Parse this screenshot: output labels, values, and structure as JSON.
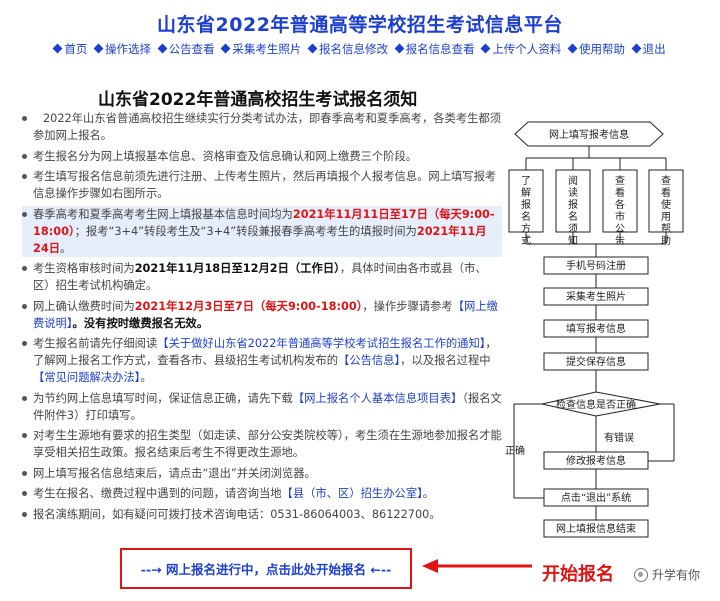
{
  "site": {
    "title": "山东省2022年普通高等学校招生考试信息平台",
    "nav": [
      "首页",
      "操作选择",
      "公告查看",
      "采集考生照片",
      "报名信息修改",
      "报名信息查看",
      "上传个人资料",
      "使用帮助",
      "退出"
    ]
  },
  "notice": {
    "title": "山东省2022年普通高校招生考试报名须知",
    "items": {
      "i1": "2022年山东省普通高校招生继续实行分类考试办法，即春季高考和夏季高考，各类考生都须参加网上报名。",
      "i2": "考生报名分为网上填报基本信息、资格审查及信息确认和网上缴费三个阶段。",
      "i3": "考生填写报名信息前须先进行注册、上传考生照片，然后再填报个人报考信息。网上填写报考信息操作步骤如右图所示。",
      "i4a": "春季高考和夏季高考考生网上填报基本信息时间均为",
      "i4b": "2021年11月11日至17日（每天9:00-18:00）",
      "i4c": "；报考“3+4”转段考生及“3+4”转段兼报春季高考考生的填报时间为",
      "i4d": "2021年11月24日",
      "i4e": "。",
      "i5a": "考生资格审核时间为",
      "i5b": "2021年11月18日至12月2日（工作日）",
      "i5c": "，具体时间由各市或县（市、区）招生考试机构确定。",
      "i6a": "网上确认缴费时间为",
      "i6b": "2021年12月3日至7日（每天9:00-18:00）",
      "i6c": "，操作步骤请参考",
      "i6d": "【网上缴费说明】",
      "i6e": "。没有按时缴费报名无效。",
      "i7a": "考生报名前请先仔细阅读",
      "i7b": "【关于做好山东省2022年普通高等学校考试招生报名工作的通知】",
      "i7c": "，了解网上报名工作方式，查看各市、县级招生考试机构发布的",
      "i7d": "【公告信息】",
      "i7e": "，以及报名过程中",
      "i7f": "【常见问题解决办法】",
      "i7g": "。",
      "i8a": "为节约网上信息填写时间，保证信息正确，请先下载",
      "i8b": "【网上报名个人基本信息项目表】",
      "i8c": "（报名文件附件3）打印填写。",
      "i9": "对考生生源地有要求的招生类型（如走读、部分公安类院校等），考生须在生源地参加报名才能享受相关招生政策。报名结束后考生不得更改生源地。",
      "i10": "网上填写报名信息结束后，请点击“退出”并关闭浏览器。",
      "i11a": "考生在报名、缴费过程中遇到的问题，请咨询当地",
      "i11b": "【县（市、区）招生办公室】",
      "i11c": "。",
      "i12": "报名演练期间，如有疑问可拨打技术咨询电话：0531-86064003、86122700。"
    }
  },
  "start": {
    "label": "--→ 网上报名进行中，点击此处开始报名 ←--",
    "callout": "开始报名"
  },
  "watermark": "升学有你",
  "flowchart": {
    "start": "网上填写报考信息",
    "guides": [
      "了解报名方式",
      "阅读报名须知",
      "查看各市公告",
      "查看使用帮助"
    ],
    "steps": [
      "手机号码注册",
      "采集考生照片",
      "填写报考信息",
      "提交保存信息"
    ],
    "decision": "检查信息是否正确",
    "yes_label": "正确",
    "no_label": "有错误",
    "fix": "修改报考信息",
    "exit": "点击“退出”系统",
    "end": "网上填报信息结束"
  },
  "colors": {
    "title_blue": "#1d3fd0",
    "alert_red": "#e01414"
  }
}
